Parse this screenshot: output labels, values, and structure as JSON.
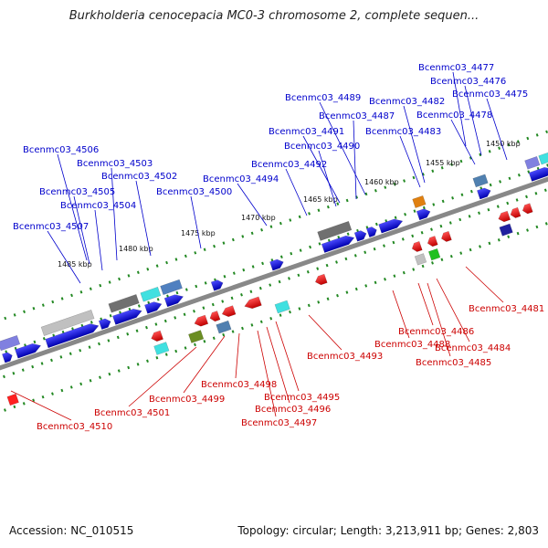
{
  "title": "Burkholderia cenocepacia MC0-3 chromosome 2, complete sequen...",
  "accession": "Accession: NC_010515",
  "topology": "Topology: circular; Length: 3,213,911 bp; Genes: 2,803",
  "colors": {
    "forward_label": "#0000cc",
    "reverse_label": "#cc0000",
    "backbone": "#888888",
    "tick": "#228822"
  },
  "scale_labels": [
    "1450 kbp",
    "1455 kbp",
    "1460 kbp",
    "1465 kbp",
    "1470 kbp",
    "1475 kbp",
    "1480 kbp",
    "1485 kbp"
  ],
  "forward_genes": [
    "Bcenmc03_4477",
    "Bcenmc03_4476",
    "Bcenmc03_4475",
    "Bcenmc03_4478",
    "Bcenmc03_4482",
    "Bcenmc03_4483",
    "Bcenmc03_4489",
    "Bcenmc03_4487",
    "Bcenmc03_4491",
    "Bcenmc03_4490",
    "Bcenmc03_4492",
    "Bcenmc03_4494",
    "Bcenmc03_4500",
    "Bcenmc03_4506",
    "Bcenmc03_4503",
    "Bcenmc03_4502",
    "Bcenmc03_4505",
    "Bcenmc03_4504",
    "Bcenmc03_4507"
  ],
  "reverse_genes": [
    "Bcenmc03_4481",
    "Bcenmc03_4486",
    "Bcenmc03_4484",
    "Bcenmc03_4488",
    "Bcenmc03_4485",
    "Bcenmc03_4493",
    "Bcenmc03_4495",
    "Bcenmc03_4496",
    "Bcenmc03_4497",
    "Bcenmc03_4498",
    "Bcenmc03_4499",
    "Bcenmc03_4501",
    "Bcenmc03_4510"
  ]
}
